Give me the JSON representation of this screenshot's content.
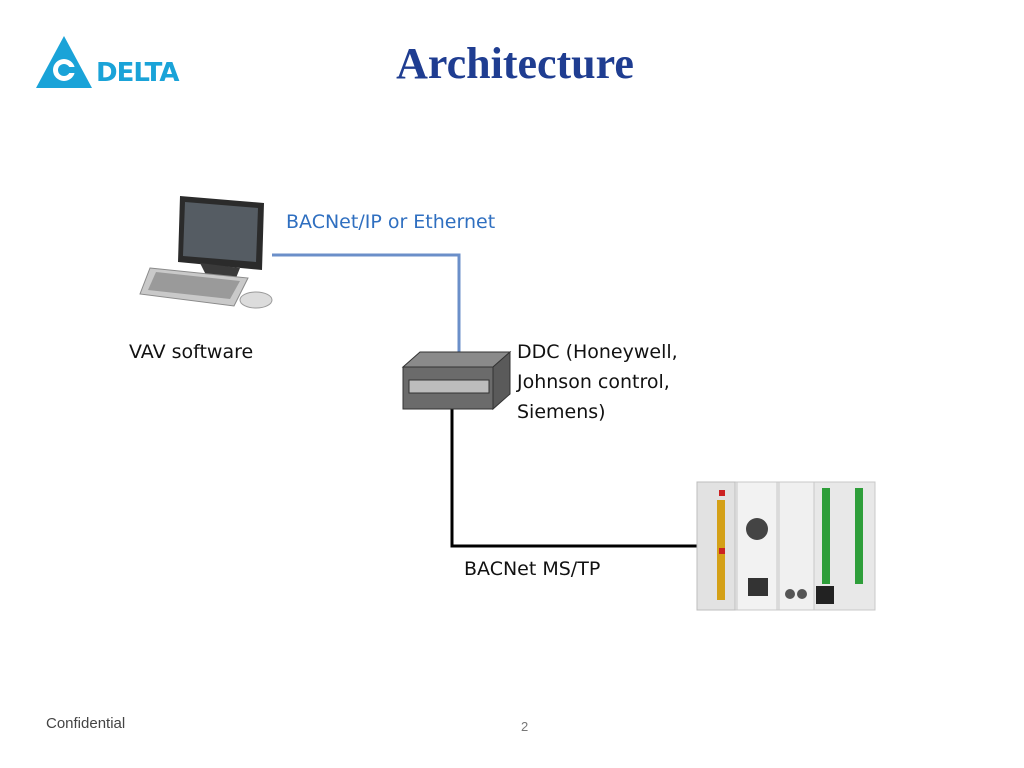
{
  "slide": {
    "title": "Architecture",
    "brand": "DELTA",
    "footer_text": "Confidential",
    "page_number": "2"
  },
  "diagram": {
    "nodes": [
      {
        "id": "vav",
        "label": "VAV software",
        "icon": "computer-icon"
      },
      {
        "id": "ddc",
        "label_lines": [
          "DDC (Honeywell,",
          "Johnson control,",
          "Siemens)"
        ],
        "icon": "gateway-box-icon"
      },
      {
        "id": "controller",
        "icon": "plc-controller-icon"
      }
    ],
    "links": [
      {
        "from": "vav",
        "to": "ddc",
        "label": "BACNet/IP or Ethernet",
        "color": "#6b8fc9"
      },
      {
        "from": "ddc",
        "to": "controller",
        "label": "BACNet MS/TP",
        "color": "#000000"
      }
    ]
  },
  "colors": {
    "title": "#1f3d91",
    "brand": "#1aa3d8",
    "ethernet_link": "#6b8fc9",
    "mstp_link": "#000000",
    "controller_terminal": "#2e9e3a"
  }
}
